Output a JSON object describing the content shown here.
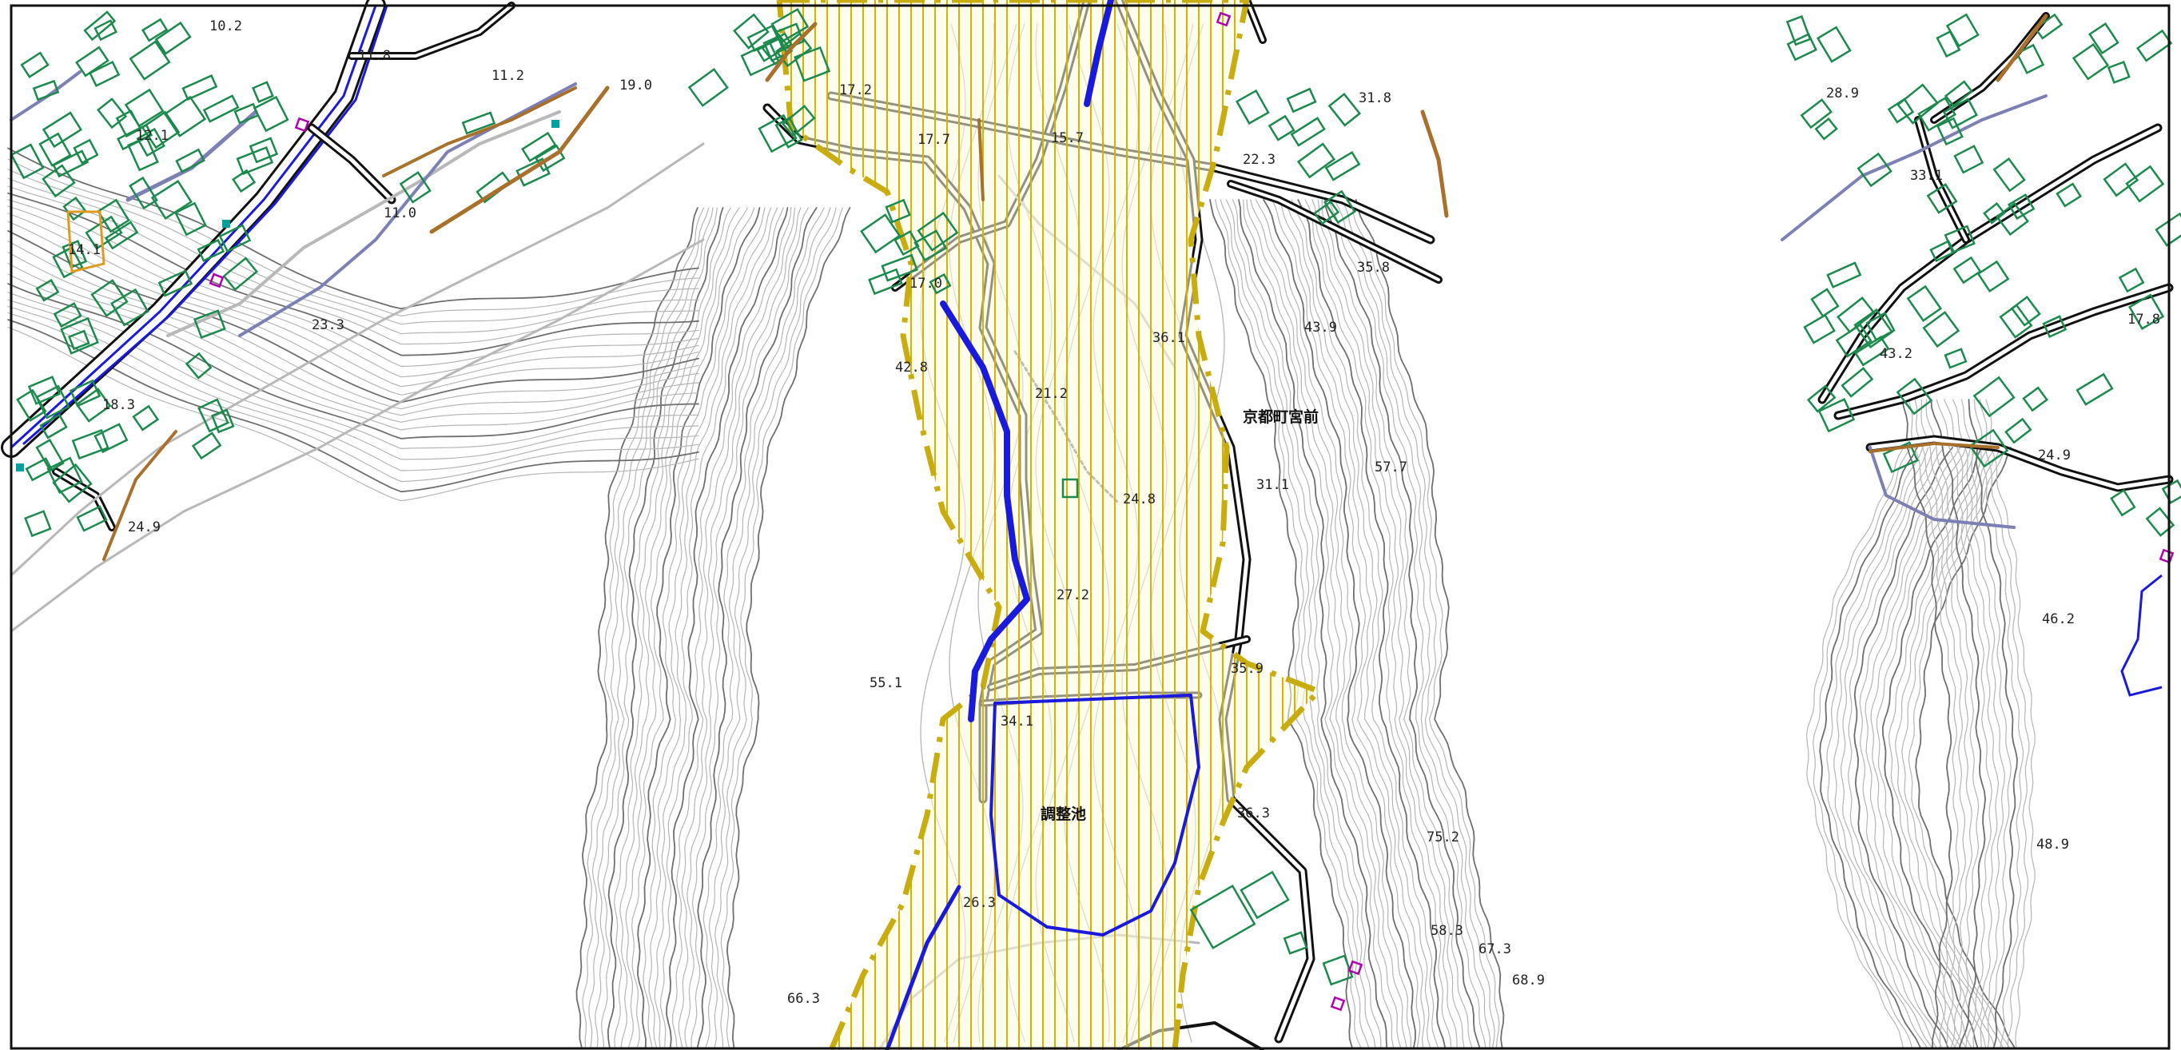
{
  "map": {
    "colors": {
      "background": "#ffffff",
      "contour": "#6f6f6f",
      "contour_light": "#b5b5b5",
      "road_edge": "#111111",
      "road_gray": "#b8b8b8",
      "road_blue_gray": "#7c80b4",
      "river": "#1a1adc",
      "building": "#1b8a4c",
      "slope_brown": "#a8702a",
      "zone_boundary": "#c8ac10",
      "zone_hatch": "#d4b400",
      "marker": "#b000b0",
      "marker2": "#00a0a0",
      "frame": "#111111"
    },
    "layers": [
      "contours",
      "roads",
      "river",
      "buildings",
      "warning-zone-hatch",
      "elevation-labels"
    ],
    "elevation_labels": [
      "10.2",
      "11.8",
      "11.2",
      "19.0",
      "12.1",
      "11.0",
      "14.1",
      "23.3",
      "18.3",
      "24.9",
      "17.2",
      "17.7",
      "15.7",
      "17.0",
      "21.2",
      "24.8",
      "27.2",
      "34.1",
      "26.3",
      "42.8",
      "55.1",
      "66.3",
      "31.8",
      "22.3",
      "35.8",
      "36.1",
      "43.9",
      "31.1",
      "57.7",
      "35.9",
      "36.3",
      "75.2",
      "58.3",
      "67.3",
      "68.9",
      "28.9",
      "33.1",
      "43.2",
      "17.8",
      "24.9",
      "46.2",
      "48.9"
    ],
    "place_labels": [
      "京都町宮前",
      "調整池"
    ]
  }
}
